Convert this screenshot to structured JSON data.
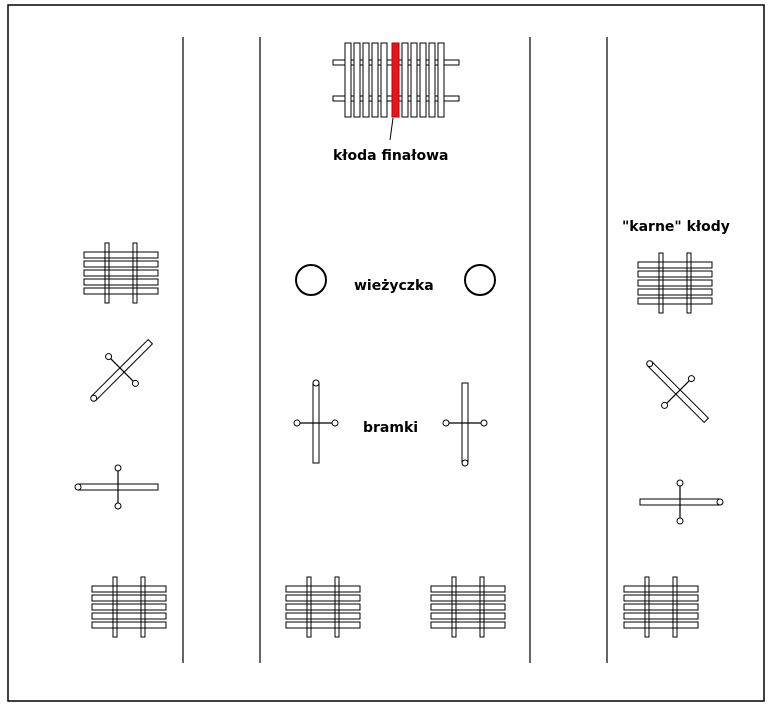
{
  "labels": {
    "final_log": "kłoda finałowa",
    "penalty_logs": "\"karne\" kłody",
    "turret": "wieżyczka",
    "gates": "bramki"
  },
  "colors": {
    "final_log": "#e8141c",
    "line": "#000000",
    "background": "#ffffff"
  }
}
